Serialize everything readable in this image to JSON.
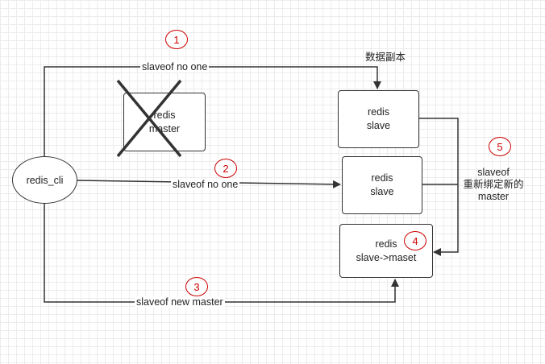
{
  "client": {
    "label": "redis_cli"
  },
  "old_master": {
    "line1": "redis",
    "line2": "master"
  },
  "slave_top": {
    "line1": "redis",
    "line2": "slave"
  },
  "slave_mid": {
    "line1": "redis",
    "line2": "slave"
  },
  "new_master": {
    "line1": "redis",
    "line2": "slave->maset"
  },
  "edges": {
    "cmd1": "slaveof no one",
    "cmd2": "slaveof no one",
    "cmd3": "slaveof new master",
    "data_copy": "数据副本",
    "rebind_line1": "slaveof",
    "rebind_line2": "重新绑定新的",
    "rebind_line3": "master"
  },
  "steps": {
    "s1": "1",
    "s2": "2",
    "s3": "3",
    "s4": "4",
    "s5": "5"
  },
  "colors": {
    "step_red": "#cc0000",
    "line": "#333333"
  }
}
